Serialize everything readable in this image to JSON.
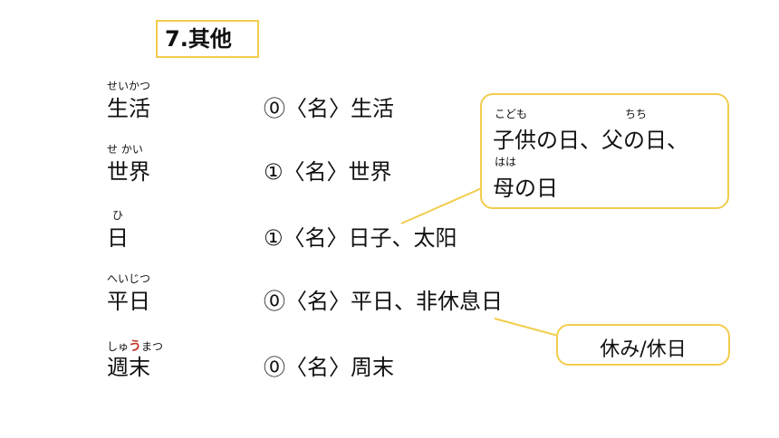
{
  "title": "7.其他",
  "vocab": [
    {
      "ruby": "せいかつ",
      "word": "生活",
      "def": "⓪〈名〉生活"
    },
    {
      "ruby": "せ かい",
      "word": "世界",
      "def": "①〈名〉世界"
    },
    {
      "ruby": "ひ",
      "word": "日",
      "def": "①〈名〉日子、太阳"
    },
    {
      "ruby": "へいじつ",
      "word": "平日",
      "def": "⓪〈名〉平日、非休息日"
    },
    {
      "ruby_pre": "しゅ",
      "ruby_hl": "う",
      "ruby_post": "まつ",
      "word": "週末",
      "def": "⓪〈名〉周末"
    }
  ],
  "callout1": {
    "ruby1a": "こども",
    "ruby1b": "ちち",
    "line1": "子供の日、父の日、",
    "ruby2": "はは",
    "line2": "母の日"
  },
  "callout2": {
    "text": "休み/休日"
  },
  "colors": {
    "accent_border": "#f2cd4e",
    "highlight_ruby": "#c0392b"
  }
}
